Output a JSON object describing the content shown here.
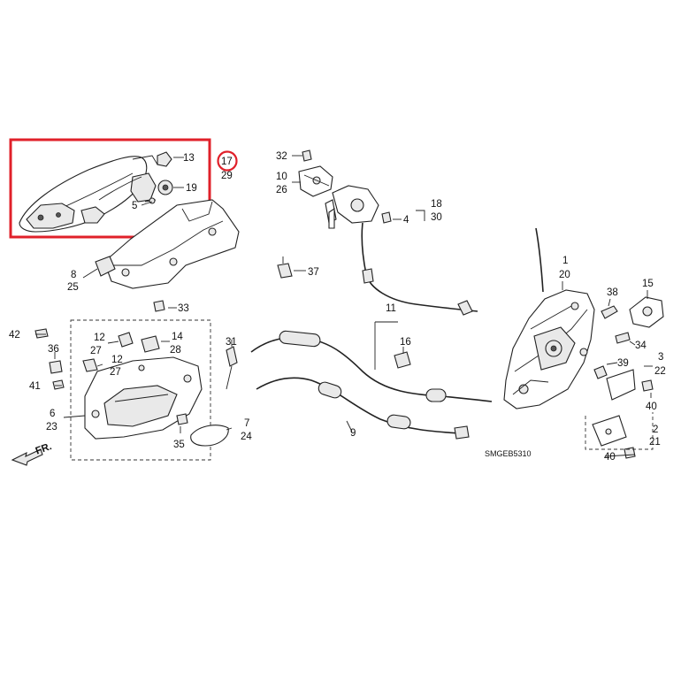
{
  "diagram_code": "SMGEB5310",
  "direction_label": "FR.",
  "highlight_color": "#e0202a",
  "callouts": {
    "c1": "1",
    "c20": "20",
    "c2": "2",
    "c21": "21",
    "c3": "3",
    "c22": "22",
    "c4": "4",
    "c5": "5",
    "c6": "6",
    "c23": "23",
    "c7": "7",
    "c24": "24",
    "c8": "8",
    "c25": "25",
    "c9": "9",
    "c10": "10",
    "c26": "26",
    "c11": "11",
    "c12a": "12",
    "c27a": "27",
    "c12b": "12",
    "c27b": "27",
    "c13": "13",
    "c14": "14",
    "c28": "28",
    "c15": "15",
    "c16": "16",
    "c17": "17",
    "c29": "29",
    "c18": "18",
    "c30": "30",
    "c19": "19",
    "c31": "31",
    "c32": "32",
    "c33": "33",
    "c34": "34",
    "c35": "35",
    "c36": "36",
    "c37": "37",
    "c38": "38",
    "c39": "39",
    "c40a": "40",
    "c40b": "40",
    "c41": "41",
    "c42": "42"
  }
}
